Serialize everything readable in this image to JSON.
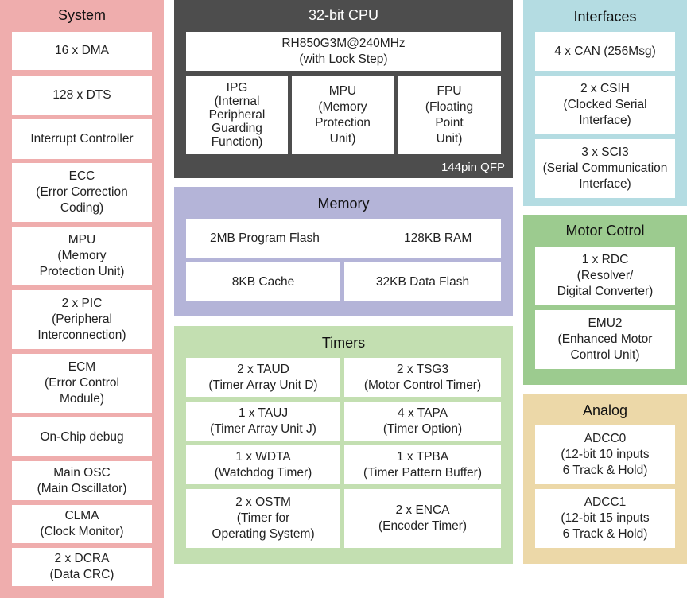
{
  "colors": {
    "system": "#efadad",
    "cpu": "#4d4d4d",
    "memory": "#b4b4d8",
    "timers": "#c3dfb1",
    "interfaces": "#b4dce2",
    "motor": "#9ccb8f",
    "analog": "#ecd8a8"
  },
  "system": {
    "title": "System",
    "items": [
      [
        "16 x DMA"
      ],
      [
        "128 x DTS"
      ],
      [
        "Interrupt Controller"
      ],
      [
        "ECC",
        "(Error Correction",
        "Coding)"
      ],
      [
        "MPU",
        "(Memory",
        "Protection Unit)"
      ],
      [
        "2 x PIC",
        "(Peripheral",
        "Interconnection)"
      ],
      [
        "ECM",
        "(Error Control",
        "Module)"
      ],
      [
        "On-Chip debug"
      ],
      [
        "Main OSC",
        "(Main Oscillator)"
      ],
      [
        "CLMA",
        "(Clock Monitor)"
      ],
      [
        "2 x DCRA",
        "(Data CRC)"
      ]
    ]
  },
  "cpu": {
    "title": "32-bit CPU",
    "core": [
      "RH850G3M@240MHz",
      "(with Lock Step)"
    ],
    "units": [
      [
        "IPG",
        "(Internal",
        "Peripheral",
        "Guarding",
        "Function)"
      ],
      [
        "MPU",
        "(Memory",
        "Protection",
        "Unit)"
      ],
      [
        "FPU",
        "(Floating",
        "Point",
        "Unit)"
      ]
    ],
    "package": "144pin QFP"
  },
  "memory": {
    "title": "Memory",
    "program_flash": "2MB Program Flash",
    "ram": "128KB RAM",
    "cache": "8KB Cache",
    "data_flash": "32KB Data Flash"
  },
  "timers": {
    "title": "Timers",
    "items": [
      [
        "2 x TAUD",
        "(Timer Array Unit D)"
      ],
      [
        "2 x TSG3",
        "(Motor Control Timer)"
      ],
      [
        "1 x TAUJ",
        "(Timer Array Unit J)"
      ],
      [
        "4 x TAPA",
        "(Timer Option)"
      ],
      [
        "1 x WDTA",
        "(Watchdog Timer)"
      ],
      [
        "1 x TPBA",
        "(Timer Pattern Buffer)"
      ],
      [
        "2 x OSTM",
        "(Timer for",
        "Operating System)"
      ],
      [
        "2 x ENCA",
        "(Encoder Timer)"
      ]
    ]
  },
  "interfaces": {
    "title": "Interfaces",
    "items": [
      [
        "4 x CAN (256Msg)"
      ],
      [
        "2 x CSIH",
        "(Clocked Serial",
        "Interface)"
      ],
      [
        "3 x SCI3",
        "(Serial Communication",
        "Interface)"
      ]
    ]
  },
  "motor": {
    "title": "Motor Cotrol",
    "items": [
      [
        "1 x RDC",
        "(Resolver/",
        "Digital Converter)"
      ],
      [
        "EMU2",
        "(Enhanced Motor",
        "Control Unit)"
      ]
    ]
  },
  "analog": {
    "title": "Analog",
    "items": [
      [
        "ADCC0",
        "(12-bit 10 inputs",
        "6 Track & Hold)"
      ],
      [
        "ADCC1",
        "(12-bit  15 inputs",
        "6 Track & Hold)"
      ]
    ]
  }
}
